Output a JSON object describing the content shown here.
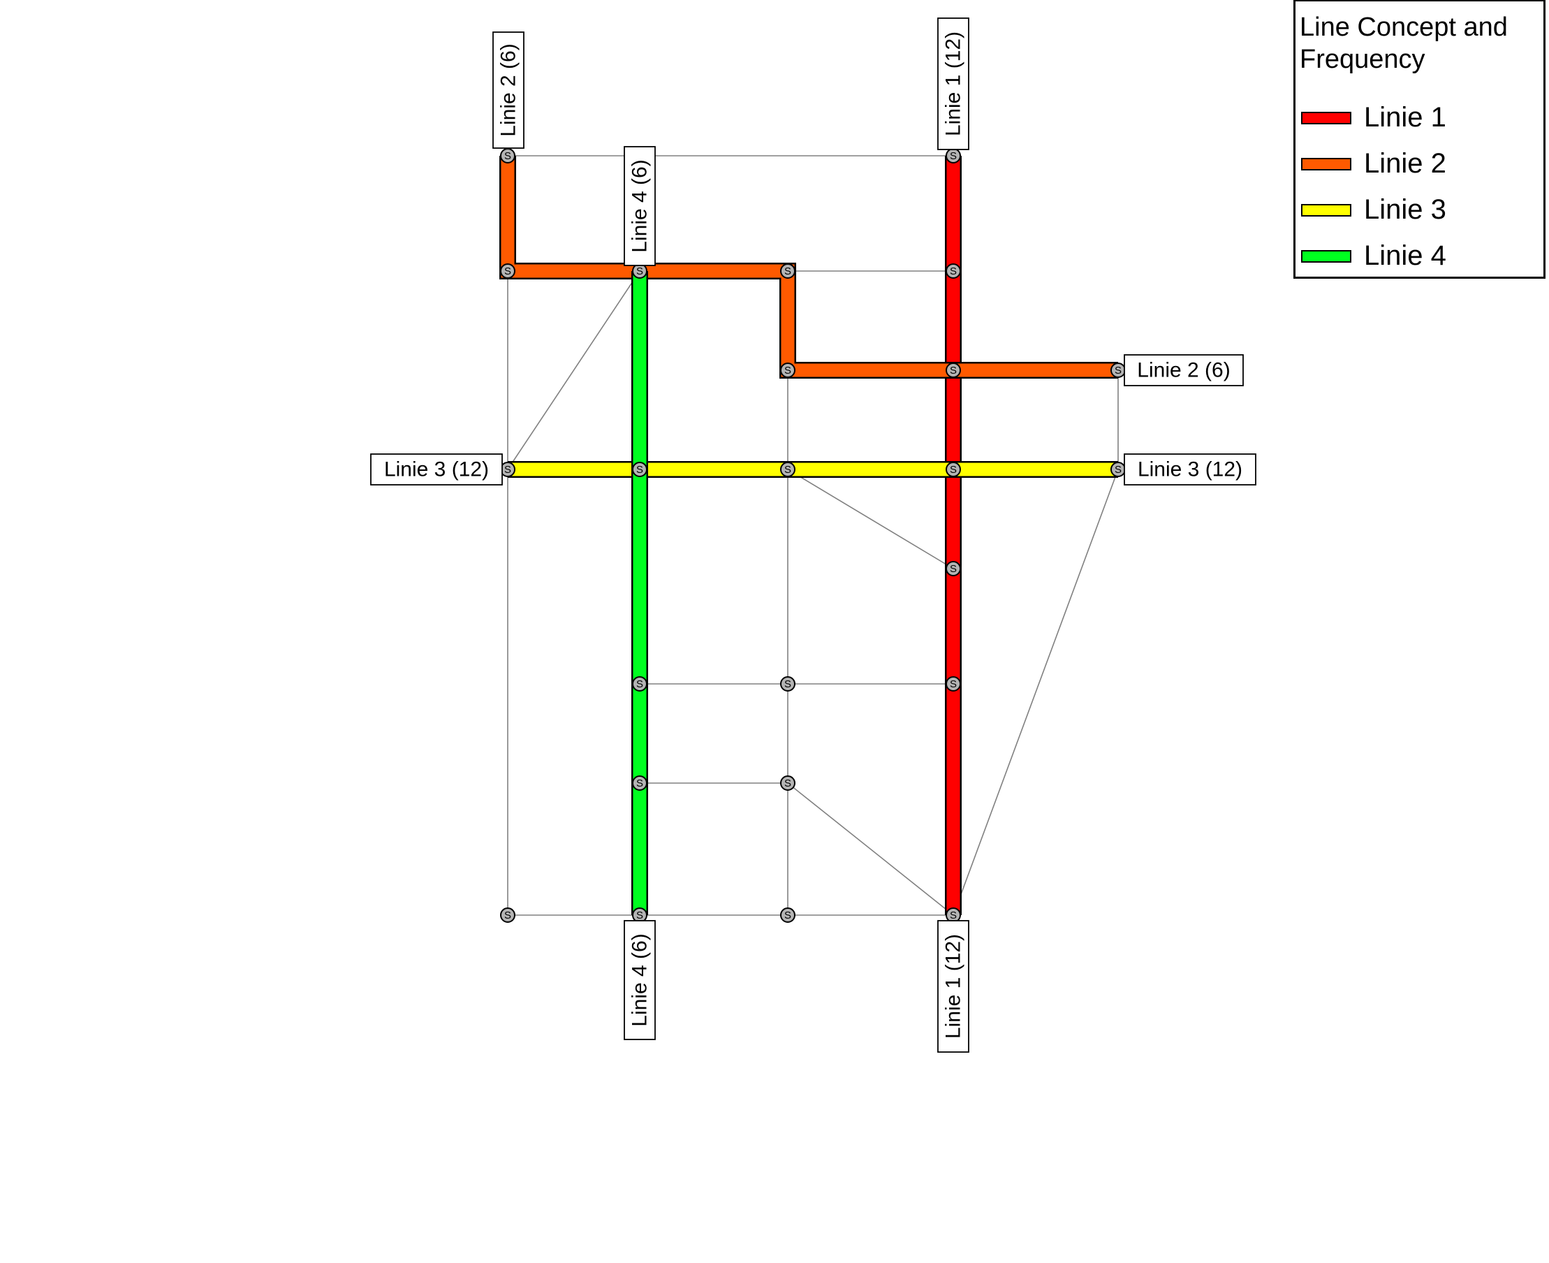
{
  "legend": {
    "title": "Line Concept and Frequency",
    "items": [
      {
        "label": "Linie 1",
        "color": "#ff0000"
      },
      {
        "label": "Linie 2",
        "color": "#ff5a00"
      },
      {
        "label": "Linie 3",
        "color": "#ffff00"
      },
      {
        "label": "Linie 4",
        "color": "#00ff20"
      }
    ]
  },
  "stop_symbol": "S",
  "line_end_labels": {
    "linie1": "Linie 1 (12)",
    "linie2": "Linie 2 (6)",
    "linie3": "Linie 3 (12)",
    "linie4": "Linie 4 (6)"
  }
}
